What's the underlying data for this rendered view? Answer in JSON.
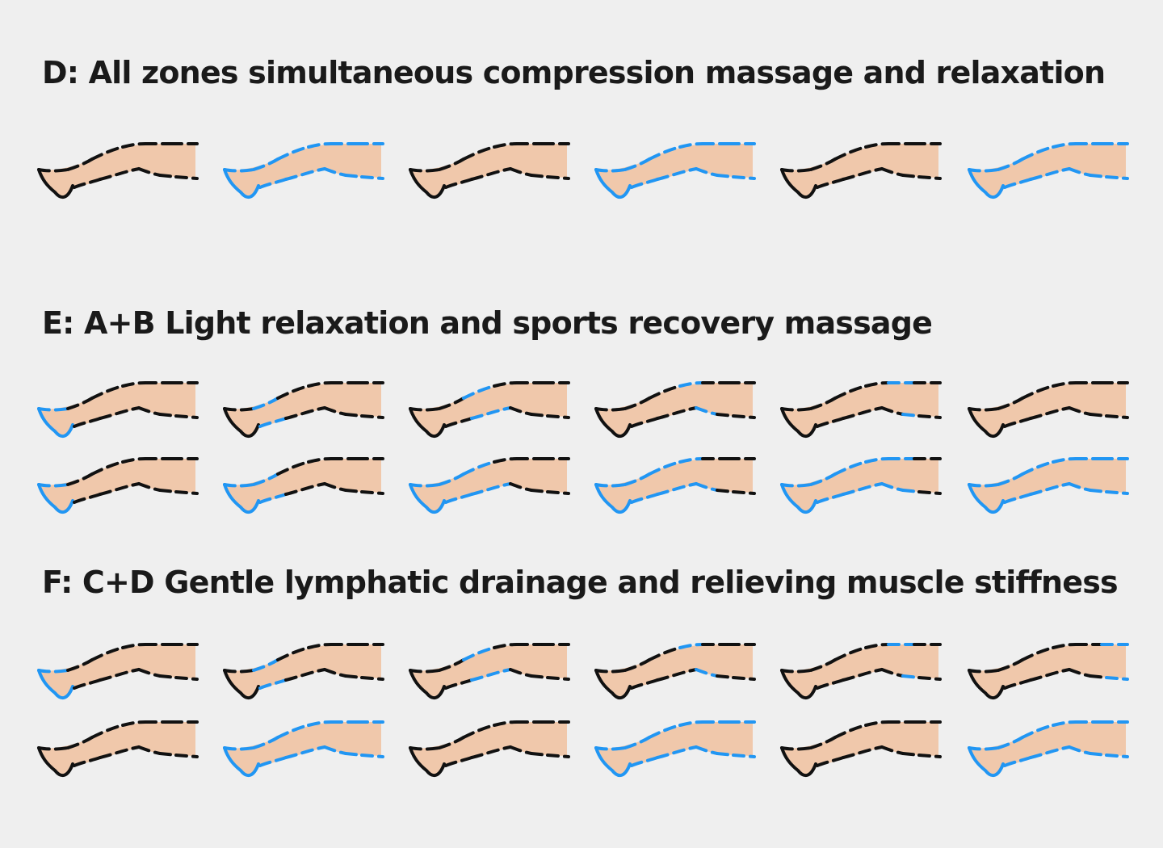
{
  "sections": [
    {
      "id": "D",
      "heading": "D: All zones simultaneous compression massage and relaxation",
      "rows": [
        [
          "none",
          "all",
          "none",
          "all",
          "none",
          "all"
        ]
      ]
    },
    {
      "id": "E",
      "heading": "E: A+B Light relaxation and sports recovery massage",
      "rows": [
        [
          "foot",
          "ankle",
          "calf",
          "knee",
          "thigh",
          "none"
        ],
        [
          "foot",
          "foot+ankle",
          "foot+ankle+calf",
          "foot+ankle+calf+knee",
          "foot+ankle+calf+knee+thigh",
          "all"
        ]
      ]
    },
    {
      "id": "F",
      "heading": "F: C+D Gentle lymphatic drainage and relieving muscle stiffness",
      "rows": [
        [
          "foot",
          "ankle",
          "calf",
          "knee",
          "thigh",
          "top"
        ],
        [
          "none",
          "all",
          "none",
          "all",
          "none",
          "all"
        ]
      ]
    }
  ],
  "colors": {
    "background": "#efefef",
    "skin": "#f0c8ab",
    "outline": "#111111",
    "active": "#2196f3",
    "text": "#1a1a1a"
  }
}
